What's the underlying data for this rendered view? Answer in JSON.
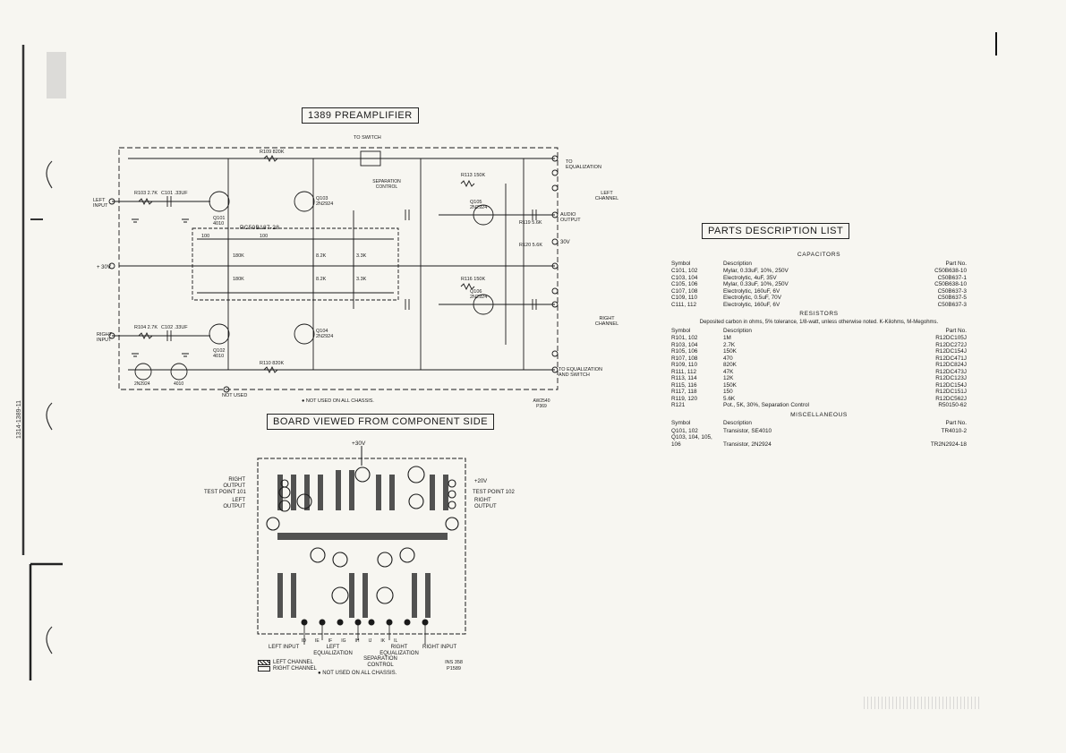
{
  "schematic": {
    "title": "1389 PREAMPLIFIER",
    "to_switch": "TO SWITCH",
    "not_used": "NOT USED",
    "not_used_note": "● NOT USED ON ALL CHASSIS.",
    "separation_control": "SEPARATION CONTROL",
    "left_input": "LEFT INPUT",
    "right_input": "RIGHT INPUT",
    "left_channel": "LEFT CHANNEL",
    "right_channel": "RIGHT CHANNEL",
    "to_equalization": "TO EQUALIZATION",
    "to_equalization_switch": "TO EQUALIZATION AND SWITCH",
    "audio_output": "AUDIO OUTPUT",
    "v30": "30V",
    "plus_v": "+ 30V",
    "ic_label": "PC50B187-28",
    "drawing_no": "AW2540 P369",
    "transistors": [
      "Q101 4010",
      "Q102 4010",
      "Q103 2N2924",
      "Q104 2N2924",
      "Q105 2N2924",
      "Q106 2N2924"
    ],
    "pin_legend": [
      "2N2924",
      "4010"
    ]
  },
  "board": {
    "title": "BOARD VIEWED FROM COMPONENT SIDE",
    "top_supply": "+30V",
    "right_output": "RIGHT OUTPUT",
    "test_point_101": "TEST POINT 101",
    "left_output": "LEFT OUTPUT",
    "plus20v": "+20V",
    "test_point_102": "TEST POINT 102",
    "right_output_r": "RIGHT OUTPUT",
    "left_input": "LEFT INPUT",
    "left_equalization": "LEFT EQUALIZATION",
    "separation_control": "SEPARATION CONTROL",
    "right_equalization": "RIGHT EQUALIZATION",
    "right_input": "RIGHT INPUT",
    "legend_left": "LEFT CHANNEL",
    "legend_right": "RIGHT CHANNEL",
    "note": "● NOT USED ON ALL CHASSIS.",
    "drawing_no": "INS 358 P1589",
    "bottom_pins": [
      "ID",
      "IE",
      "IF",
      "IG",
      "IH",
      "IJ",
      "IK",
      "IL"
    ]
  },
  "parts_list": {
    "title": "PARTS DESCRIPTION LIST",
    "col_symbol": "Symbol",
    "col_description": "Description",
    "col_part": "Part No.",
    "capacitors_heading": "CAPACITORS",
    "capacitors": [
      {
        "symbol": "C101, 102",
        "description": "Mylar, 0.33uF, 10%, 250V",
        "part": "C50B638-10"
      },
      {
        "symbol": "C103, 104",
        "description": "Electrolytic, 4uF, 35V",
        "part": "C50B637-1"
      },
      {
        "symbol": "C105, 106",
        "description": "Mylar, 0.33uF, 10%, 250V",
        "part": "C50B638-10"
      },
      {
        "symbol": "C107, 108",
        "description": "Electrolytic, 160uF, 6V",
        "part": "C50B637-3"
      },
      {
        "symbol": "C109, 110",
        "description": "Electrolytic, 0.5uF, 70V",
        "part": "C50B637-5"
      },
      {
        "symbol": "C111, 112",
        "description": "Electrolytic, 160uF, 6V",
        "part": "C50B637-3"
      }
    ],
    "resistors_heading": "RESISTORS",
    "resistors_note": "Deposited carbon in ohms, 5% tolerance, 1/8-watt, unless otherwise noted. K-Kilohms, M-Megohms.",
    "resistors": [
      {
        "symbol": "R101, 102",
        "description": "1M",
        "part": "R12DC105J"
      },
      {
        "symbol": "R103, 104",
        "description": "2.7K",
        "part": "R12DC272J"
      },
      {
        "symbol": "R105, 106",
        "description": "150K",
        "part": "R12DC154J"
      },
      {
        "symbol": "R107, 108",
        "description": "470",
        "part": "R12DC471J"
      },
      {
        "symbol": "R109, 110",
        "description": "820K",
        "part": "R12DC824J"
      },
      {
        "symbol": "R111, 112",
        "description": "47K",
        "part": "R12DC473J"
      },
      {
        "symbol": "R113, 114",
        "description": "12K",
        "part": "R12DC123J"
      },
      {
        "symbol": "R115, 116",
        "description": "150K",
        "part": "R12DC154J"
      },
      {
        "symbol": "R117, 118",
        "description": "150",
        "part": "R12DC151J"
      },
      {
        "symbol": "R119, 120",
        "description": "5.6K",
        "part": "R12DC562J"
      },
      {
        "symbol": "R121",
        "description": "Pot., 5K, 30%, Separation Control",
        "part": "R50150-62"
      }
    ],
    "misc_heading": "MISCELLANEOUS",
    "misc": [
      {
        "symbol": "Q101, 102",
        "description": "Transistor, SE4010",
        "part": "TR4010-2"
      },
      {
        "symbol": "Q103, 104, 105, 106",
        "description": "Transistor, 2N2924",
        "part": "TR2N2924-18"
      }
    ]
  },
  "margin": {
    "text": "1314-1389-11"
  }
}
